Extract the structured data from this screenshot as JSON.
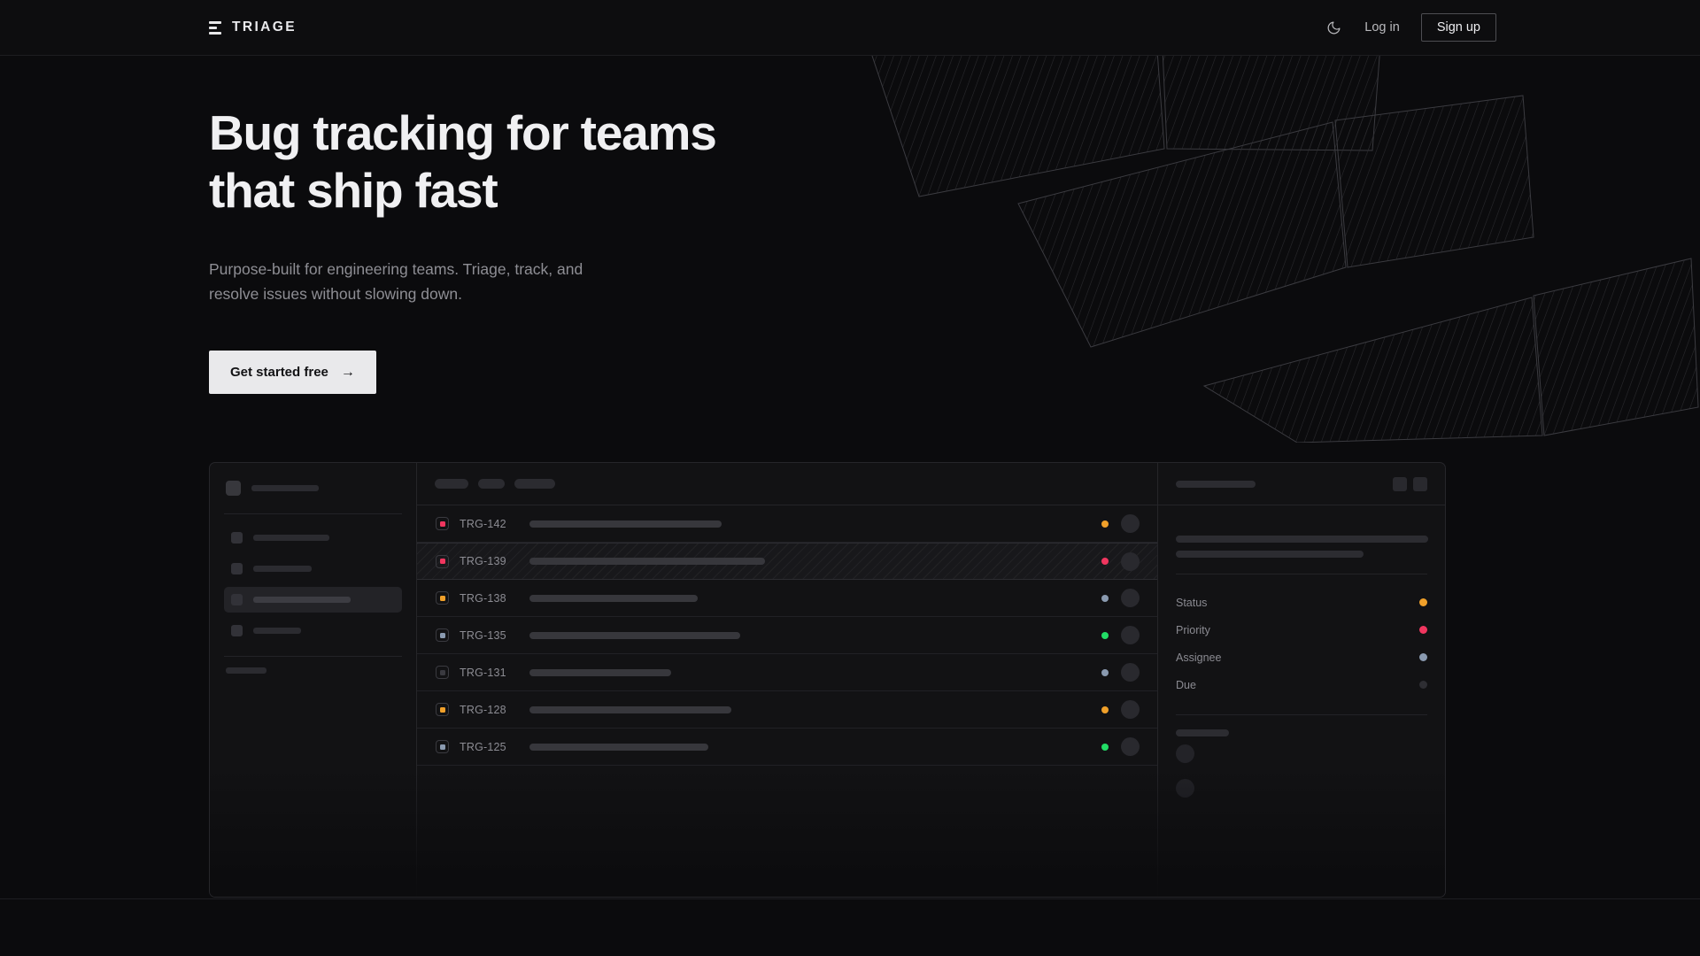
{
  "brand": {
    "name": "TRIAGE",
    "mark_icon": "stacked-bars-logo-icon"
  },
  "nav": {
    "theme_toggle_icon": "moon-icon",
    "login_label": "Log in",
    "signup_label": "Sign up"
  },
  "hero": {
    "headline": "Bug tracking for teams\nthat ship fast",
    "subheadline": "Purpose-built for engineering teams. Triage, track, and\nresolve issues without slowing down.",
    "cta_label": "Get started free",
    "cta_arrow": "→"
  },
  "colors": {
    "page_bg": "#0b0b0d",
    "panel_bg": "#121214",
    "border": "#26262a",
    "text_primary": "#f0f0f2",
    "text_muted": "#8e8e94",
    "cta_bg": "#e9e9eb",
    "priority_high": "#f0365f",
    "priority_medium": "#f0a02a",
    "priority_low": "#8a9ab0",
    "status_done": "#22dd66",
    "status_none": "#2e2e33"
  },
  "app": {
    "sidebar": {
      "workspace_placeholder": "",
      "nav_items": [
        {
          "name": "nav-item-1",
          "active": false,
          "width": 86
        },
        {
          "name": "nav-item-2",
          "active": false,
          "width": 66
        },
        {
          "name": "nav-item-3",
          "active": true,
          "width": 110
        },
        {
          "name": "nav-item-4",
          "active": false,
          "width": 54
        }
      ],
      "section_label_width": 46,
      "mini_items": 3
    },
    "toolbar": {
      "chips": [
        38,
        30,
        46
      ]
    },
    "issues": [
      {
        "id": "TRG-142",
        "priority_color": "#f0365f",
        "title_width": 217,
        "status_color": "#f0a02a",
        "selected": false
      },
      {
        "id": "TRG-139",
        "priority_color": "#f0365f",
        "title_width": 266,
        "status_color": "#f0365f",
        "selected": true
      },
      {
        "id": "TRG-138",
        "priority_color": "#f0a02a",
        "title_width": 190,
        "status_color": "#8a9ab0",
        "selected": false
      },
      {
        "id": "TRG-135",
        "priority_color": "#8a9ab0",
        "title_width": 238,
        "status_color": "#22dd66",
        "selected": false
      },
      {
        "id": "TRG-131",
        "priority_color": "#3a3a40",
        "title_width": 160,
        "status_color": "#8a9ab0",
        "selected": false
      },
      {
        "id": "TRG-128",
        "priority_color": "#f0a02a",
        "title_width": 228,
        "status_color": "#f0a02a",
        "selected": false
      },
      {
        "id": "TRG-125",
        "priority_color": "#8a9ab0",
        "title_width": 202,
        "status_color": "#22dd66",
        "selected": false
      }
    ],
    "detail": {
      "header_title_width": 90,
      "icon_buttons": [
        "panel-icon-button-1",
        "panel-icon-button-2"
      ],
      "title_width": 145,
      "desc_widths": [
        285,
        212
      ],
      "fields": [
        {
          "label": "Status",
          "color": "#f0a02a"
        },
        {
          "label": "Priority",
          "color": "#f0365f"
        },
        {
          "label": "Assignee",
          "color": "#8a9ab0"
        },
        {
          "label": "Due",
          "color": "#2e2e33"
        }
      ],
      "activity_label_width": 60,
      "activity_rows": 2
    }
  }
}
